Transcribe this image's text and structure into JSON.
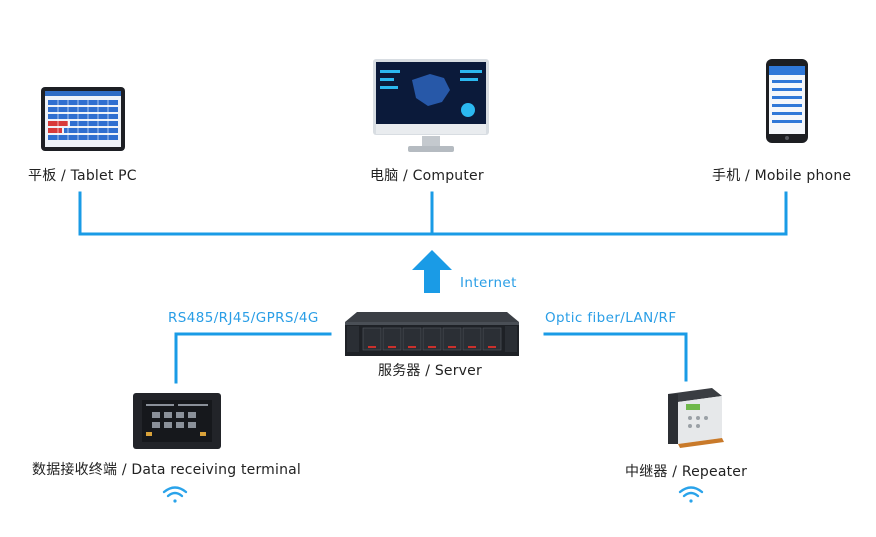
{
  "colors": {
    "connector": "#1a9be6",
    "accent_label": "#2a9ee6",
    "text": "#222222"
  },
  "nodes": {
    "tablet": {
      "label": "平板 / Tablet PC",
      "icon": "tablet-icon"
    },
    "computer": {
      "label": "电脑 / Computer",
      "icon": "monitor-icon"
    },
    "mobile": {
      "label": "手机 / Mobile phone",
      "icon": "smartphone-icon"
    },
    "server": {
      "label": "服务器 / Server",
      "icon": "rack-server-icon"
    },
    "terminal": {
      "label": "数据接收终端 / Data receiving terminal",
      "icon": "touch-panel-icon"
    },
    "repeater": {
      "label": "中继器 / Repeater",
      "icon": "repeater-box-icon"
    }
  },
  "links": {
    "internet": "Internet",
    "left": "RS485/RJ45/GPRS/4G",
    "right": "Optic fiber/LAN/RF"
  }
}
